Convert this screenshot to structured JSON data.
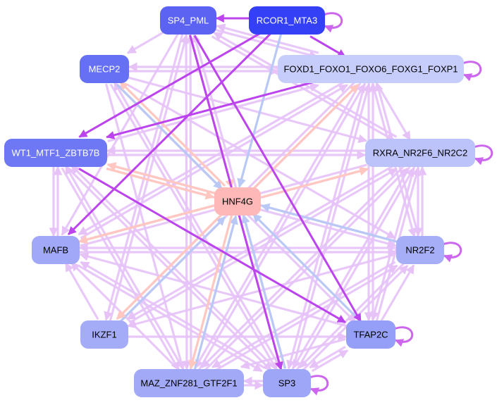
{
  "graph": {
    "title": "",
    "colors": {
      "self_edge": "#cc66ee",
      "strong_edge": "#bb44ee",
      "light_edge": "#e6c2f7",
      "peach_edge": "#ffc7bf",
      "blue_edge": "#b9c8f5"
    },
    "nodes": [
      {
        "id": "sp4",
        "label": "SP4_PML",
        "fill": "#5c63f2",
        "text": "#ffffff"
      },
      {
        "id": "rcor1",
        "label": "RCOR1_MTA3",
        "fill": "#3340f5",
        "text": "#ffffff"
      },
      {
        "id": "mecp2",
        "label": "MECP2",
        "fill": "#6670f4",
        "text": "#ffffff"
      },
      {
        "id": "foxd1",
        "label": "FOXD1_FOXO1_FOXO6_FOXG1_FOXP1",
        "fill": "#c7cdfb",
        "text": "#000000"
      },
      {
        "id": "wt1",
        "label": "WT1_MTF1_ZBTB7B",
        "fill": "#6e78f4",
        "text": "#ffffff"
      },
      {
        "id": "rxra",
        "label": "RXRA_NR2F6_NR2C2",
        "fill": "#bcc3fa",
        "text": "#000000"
      },
      {
        "id": "hnf4g",
        "label": "HNF4G",
        "fill": "#ffb8b8",
        "text": "#000000"
      },
      {
        "id": "mafb",
        "label": "MAFB",
        "fill": "#a0a8f7",
        "text": "#000000"
      },
      {
        "id": "nr2f2",
        "label": "NR2F2",
        "fill": "#a6aef8",
        "text": "#000000"
      },
      {
        "id": "ikzf1",
        "label": "IKZF1",
        "fill": "#a4acf8",
        "text": "#000000"
      },
      {
        "id": "tfap2c",
        "label": "TFAP2C",
        "fill": "#959ff7",
        "text": "#000000"
      },
      {
        "id": "maz",
        "label": "MAZ_ZNF281_GTF2F1",
        "fill": "#a2aaf7",
        "text": "#000000"
      },
      {
        "id": "sp3",
        "label": "SP3",
        "fill": "#9ea7f7",
        "text": "#000000"
      }
    ],
    "self_loops": [
      "rcor1",
      "foxd1",
      "rxra",
      "nr2f2",
      "tfap2c",
      "sp3"
    ],
    "edges": [
      {
        "from": "rcor1",
        "to": "sp4",
        "style": "strong"
      },
      {
        "from": "rcor1",
        "to": "foxd1",
        "style": "strong"
      },
      {
        "from": "rcor1",
        "to": "wt1",
        "style": "strong"
      },
      {
        "from": "rcor1",
        "to": "hnf4g",
        "style": "blue"
      },
      {
        "from": "rcor1",
        "to": "mafb",
        "style": "strong"
      },
      {
        "from": "sp4",
        "to": "hnf4g",
        "style": "peach"
      },
      {
        "from": "sp4",
        "to": "tfap2c",
        "style": "strong"
      },
      {
        "from": "sp4",
        "to": "sp3",
        "style": "strong"
      },
      {
        "from": "sp4",
        "to": "foxd1",
        "style": "light"
      },
      {
        "from": "sp4",
        "to": "mecp2",
        "style": "light"
      },
      {
        "from": "sp4",
        "to": "mafb",
        "style": "light"
      },
      {
        "from": "sp4",
        "to": "rxra",
        "style": "light"
      },
      {
        "from": "sp4",
        "to": "ikzf1",
        "style": "light"
      },
      {
        "from": "sp4",
        "to": "maz",
        "style": "light"
      },
      {
        "from": "mecp2",
        "to": "foxd1",
        "style": "light"
      },
      {
        "from": "mecp2",
        "to": "hnf4g",
        "style": "blue"
      },
      {
        "from": "mecp2",
        "to": "rxra",
        "style": "light"
      },
      {
        "from": "mecp2",
        "to": "nr2f2",
        "style": "light"
      },
      {
        "from": "mecp2",
        "to": "tfap2c",
        "style": "light"
      },
      {
        "from": "mecp2",
        "to": "sp3",
        "style": "light"
      },
      {
        "from": "mecp2",
        "to": "maz",
        "style": "light"
      },
      {
        "from": "wt1",
        "to": "rxra",
        "style": "light"
      },
      {
        "from": "wt1",
        "to": "hnf4g",
        "style": "peach"
      },
      {
        "from": "wt1",
        "to": "mafb",
        "style": "light"
      },
      {
        "from": "wt1",
        "to": "tfap2c",
        "style": "strong"
      },
      {
        "from": "wt1",
        "to": "nr2f2",
        "style": "light"
      },
      {
        "from": "wt1",
        "to": "sp3",
        "style": "light"
      },
      {
        "from": "wt1",
        "to": "maz",
        "style": "light"
      },
      {
        "from": "wt1",
        "to": "foxd1",
        "style": "light"
      },
      {
        "from": "foxd1",
        "to": "rxra",
        "style": "light"
      },
      {
        "from": "foxd1",
        "to": "sp4",
        "style": "light"
      },
      {
        "from": "foxd1",
        "to": "mecp2",
        "style": "light"
      },
      {
        "from": "foxd1",
        "to": "mafb",
        "style": "light"
      },
      {
        "from": "foxd1",
        "to": "ikzf1",
        "style": "light"
      },
      {
        "from": "foxd1",
        "to": "maz",
        "style": "light"
      },
      {
        "from": "foxd1",
        "to": "sp3",
        "style": "light"
      },
      {
        "from": "foxd1",
        "to": "tfap2c",
        "style": "light"
      },
      {
        "from": "foxd1",
        "to": "nr2f2",
        "style": "light"
      },
      {
        "from": "foxd1",
        "to": "wt1",
        "style": "strong"
      },
      {
        "from": "hnf4g",
        "to": "foxd1",
        "style": "peach"
      },
      {
        "from": "hnf4g",
        "to": "rxra",
        "style": "peach"
      },
      {
        "from": "hnf4g",
        "to": "mecp2",
        "style": "peach"
      },
      {
        "from": "hnf4g",
        "to": "mafb",
        "style": "peach"
      },
      {
        "from": "hnf4g",
        "to": "ikzf1",
        "style": "peach"
      },
      {
        "from": "hnf4g",
        "to": "maz",
        "style": "peach"
      },
      {
        "from": "hnf4g",
        "to": "sp3",
        "style": "peach"
      },
      {
        "from": "hnf4g",
        "to": "wt1",
        "style": "peach"
      },
      {
        "from": "nr2f2",
        "to": "hnf4g",
        "style": "blue"
      },
      {
        "from": "tfap2c",
        "to": "hnf4g",
        "style": "blue"
      },
      {
        "from": "ikzf1",
        "to": "hnf4g",
        "style": "blue"
      },
      {
        "from": "maz",
        "to": "hnf4g",
        "style": "blue"
      },
      {
        "from": "sp3",
        "to": "hnf4g",
        "style": "blue"
      },
      {
        "from": "mafb",
        "to": "wt1",
        "style": "light"
      },
      {
        "from": "mafb",
        "to": "rxra",
        "style": "light"
      },
      {
        "from": "mafb",
        "to": "nr2f2",
        "style": "light"
      },
      {
        "from": "mafb",
        "to": "foxd1",
        "style": "light"
      },
      {
        "from": "mafb",
        "to": "sp3",
        "style": "light"
      },
      {
        "from": "rxra",
        "to": "nr2f2",
        "style": "light"
      },
      {
        "from": "rxra",
        "to": "wt1",
        "style": "light"
      },
      {
        "from": "rxra",
        "to": "mafb",
        "style": "light"
      },
      {
        "from": "rxra",
        "to": "ikzf1",
        "style": "light"
      },
      {
        "from": "rxra",
        "to": "maz",
        "style": "light"
      },
      {
        "from": "rxra",
        "to": "tfap2c",
        "style": "light"
      },
      {
        "from": "rxra",
        "to": "sp3",
        "style": "light"
      },
      {
        "from": "rxra",
        "to": "sp4",
        "style": "light"
      },
      {
        "from": "nr2f2",
        "to": "mafb",
        "style": "light"
      },
      {
        "from": "nr2f2",
        "to": "maz",
        "style": "light"
      },
      {
        "from": "nr2f2",
        "to": "ikzf1",
        "style": "light"
      },
      {
        "from": "nr2f2",
        "to": "sp3",
        "style": "light"
      },
      {
        "from": "nr2f2",
        "to": "foxd1",
        "style": "light"
      },
      {
        "from": "nr2f2",
        "to": "rxra",
        "style": "light"
      },
      {
        "from": "nr2f2",
        "to": "wt1",
        "style": "light"
      },
      {
        "from": "tfap2c",
        "to": "maz",
        "style": "light"
      },
      {
        "from": "tfap2c",
        "to": "mafb",
        "style": "light"
      },
      {
        "from": "tfap2c",
        "to": "rxra",
        "style": "light"
      },
      {
        "from": "tfap2c",
        "to": "foxd1",
        "style": "light"
      },
      {
        "from": "tfap2c",
        "to": "nr2f2",
        "style": "light"
      },
      {
        "from": "tfap2c",
        "to": "sp3",
        "style": "light"
      },
      {
        "from": "ikzf1",
        "to": "mafb",
        "style": "light"
      },
      {
        "from": "ikzf1",
        "to": "foxd1",
        "style": "light"
      },
      {
        "from": "ikzf1",
        "to": "rxra",
        "style": "light"
      },
      {
        "from": "ikzf1",
        "to": "sp4",
        "style": "light"
      },
      {
        "from": "ikzf1",
        "to": "tfap2c",
        "style": "light"
      },
      {
        "from": "maz",
        "to": "mafb",
        "style": "light"
      },
      {
        "from": "maz",
        "to": "sp3",
        "style": "light"
      },
      {
        "from": "maz",
        "to": "rxra",
        "style": "light"
      },
      {
        "from": "maz",
        "to": "foxd1",
        "style": "light"
      },
      {
        "from": "maz",
        "to": "nr2f2",
        "style": "light"
      },
      {
        "from": "maz",
        "to": "sp4",
        "style": "light"
      },
      {
        "from": "maz",
        "to": "wt1",
        "style": "light"
      },
      {
        "from": "sp3",
        "to": "maz",
        "style": "light"
      },
      {
        "from": "sp3",
        "to": "tfap2c",
        "style": "light"
      },
      {
        "from": "sp3",
        "to": "mafb",
        "style": "light"
      },
      {
        "from": "sp3",
        "to": "rxra",
        "style": "light"
      },
      {
        "from": "sp3",
        "to": "foxd1",
        "style": "light"
      },
      {
        "from": "sp3",
        "to": "nr2f2",
        "style": "light"
      },
      {
        "from": "sp3",
        "to": "wt1",
        "style": "light"
      },
      {
        "from": "sp3",
        "to": "sp4",
        "style": "light"
      },
      {
        "from": "sp3",
        "to": "mecp2",
        "style": "light"
      }
    ]
  }
}
